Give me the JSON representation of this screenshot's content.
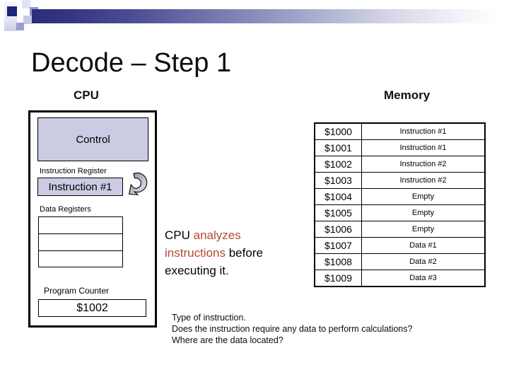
{
  "slide": {
    "title": "Decode – Step 1",
    "colors": {
      "accent_navy": "#2b2d7e",
      "lavender_fill": "#cbcbe3",
      "highlight_red": "#b5492e"
    }
  },
  "cpu": {
    "heading": "CPU",
    "control_label": "Control",
    "instruction_register_label": "Instruction Register",
    "instruction_register_value": "Instruction #1",
    "rotate_arrow_icon": "rotate-arrow-icon",
    "data_registers_label": "Data Registers",
    "data_register_values": [
      "",
      "",
      ""
    ],
    "program_counter_label": "Program Counter",
    "program_counter_value": "$1002"
  },
  "memory": {
    "heading": "Memory",
    "rows": [
      {
        "address": "$1000",
        "content": "Instruction #1"
      },
      {
        "address": "$1001",
        "content": "Instruction #1"
      },
      {
        "address": "$1002",
        "content": "Instruction #2"
      },
      {
        "address": "$1003",
        "content": "Instruction #2"
      },
      {
        "address": "$1004",
        "content": "Empty"
      },
      {
        "address": "$1005",
        "content": "Empty"
      },
      {
        "address": "$1006",
        "content": "Empty"
      },
      {
        "address": "$1007",
        "content": "Data #1"
      },
      {
        "address": "$1008",
        "content": "Data #2"
      },
      {
        "address": "$1009",
        "content": "Data #3"
      }
    ]
  },
  "annotation": {
    "black1": "CPU ",
    "red": "analyzes instructions",
    "black2": " before executing it."
  },
  "notes": {
    "lines": [
      "Type of instruction.",
      "Does the instruction require any data to perform calculations?",
      "Where are the data located?"
    ]
  }
}
